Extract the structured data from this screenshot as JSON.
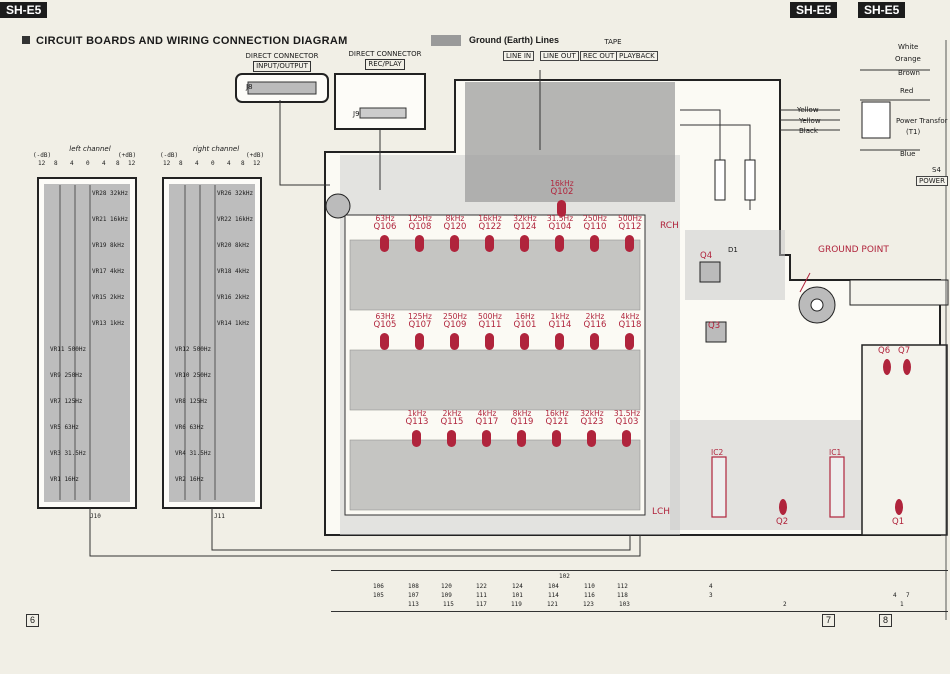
{
  "header": {
    "left_badge": "SH-E5",
    "right_badge_1": "SH-E5",
    "right_badge_2": "SH-E5"
  },
  "title": "CIRCUIT BOARDS AND WIRING CONNECTION DIAGRAM",
  "legend": {
    "ground_lines": "Ground (Earth) Lines"
  },
  "connectors": {
    "direct_io_line1": "DIRECT CONNECTOR",
    "direct_io_line2": "INPUT/OUTPUT",
    "direct_io_ref": "J8",
    "direct_rec_line1": "DIRECT CONNECTOR",
    "direct_rec_line2": "REC/PLAY",
    "direct_rec_ref": "J9",
    "line_in": "LINE IN",
    "line_out": "LINE OUT",
    "tape": "TAPE",
    "rec_out": "REC OUT",
    "playback": "PLAYBACK"
  },
  "channels": {
    "left": {
      "label": "left channel",
      "scale": [
        "12",
        "8",
        "4",
        "0",
        "4",
        "8",
        "12"
      ],
      "neg": "(-dB)",
      "pos": "(+dB)",
      "ref": "J10",
      "sliders": [
        "VR28 32kHz",
        "VR21 16kHz",
        "VR19 8kHz",
        "VR17 4kHz",
        "VR15 2kHz",
        "VR13 1kHz",
        "VR11 500Hz",
        "VR9 250Hz",
        "VR7 125Hz",
        "VR5 63Hz",
        "VR3 31.5Hz",
        "VR1 16Hz"
      ]
    },
    "right": {
      "label": "right channel",
      "scale": [
        "12",
        "8",
        "4",
        "0",
        "4",
        "8",
        "12"
      ],
      "neg": "(-dB)",
      "pos": "(+dB)",
      "ref": "J11",
      "sliders": [
        "VR26 32kHz",
        "VR22 16kHz",
        "VR20 8kHz",
        "VR18 4kHz",
        "VR16 2kHz",
        "VR14 1kHz",
        "VR12 500Hz",
        "VR10 250Hz",
        "VR8 125Hz",
        "VR6 63Hz",
        "VR4 31.5Hz",
        "VR2 16Hz"
      ]
    }
  },
  "transistors": {
    "top_single": {
      "freq": "16kHz",
      "q": "Q102"
    },
    "row1": [
      {
        "freq": "63Hz",
        "q": "Q106"
      },
      {
        "freq": "125Hz",
        "q": "Q108"
      },
      {
        "freq": "8kHz",
        "q": "Q120"
      },
      {
        "freq": "16kHz",
        "q": "Q122"
      },
      {
        "freq": "32kHz",
        "q": "Q124"
      },
      {
        "freq": "31.5Hz",
        "q": "Q104"
      },
      {
        "freq": "250Hz",
        "q": "Q110"
      },
      {
        "freq": "500Hz",
        "q": "Q112"
      }
    ],
    "row2": [
      {
        "freq": "63Hz",
        "q": "Q105"
      },
      {
        "freq": "125Hz",
        "q": "Q107"
      },
      {
        "freq": "250Hz",
        "q": "Q109"
      },
      {
        "freq": "500Hz",
        "q": "Q111"
      },
      {
        "freq": "16Hz",
        "q": "Q101"
      },
      {
        "freq": "1kHz",
        "q": "Q114"
      },
      {
        "freq": "2kHz",
        "q": "Q116"
      },
      {
        "freq": "4kHz",
        "q": "Q118"
      }
    ],
    "row3": [
      {
        "freq": "1kHz",
        "q": "Q113"
      },
      {
        "freq": "2kHz",
        "q": "Q115"
      },
      {
        "freq": "4kHz",
        "q": "Q117"
      },
      {
        "freq": "8kHz",
        "q": "Q119"
      },
      {
        "freq": "16kHz",
        "q": "Q121"
      },
      {
        "freq": "32kHz",
        "q": "Q123"
      },
      {
        "freq": "31.5Hz",
        "q": "Q103"
      }
    ],
    "others": [
      "Q4",
      "Q3",
      "Q6",
      "Q7",
      "Q2",
      "Q1"
    ]
  },
  "labels": {
    "rch": "RCH",
    "lch": "LCH",
    "ground_point": "GROUND POINT",
    "ic2": "IC2",
    "ic1": "IC1",
    "d1": "D1"
  },
  "wires": {
    "white": "White",
    "orange": "Orange",
    "brown": "Brown",
    "red": "Red",
    "yellow1": "Yellow",
    "yellow2": "Yellow",
    "black": "Black",
    "blue": "Blue",
    "power_transformer": "Power Transfor",
    "t1": "(T1)",
    "s4": "S4",
    "power": "POWER"
  },
  "table": {
    "row_top": "102",
    "row1": [
      "106",
      "108",
      "120",
      "122",
      "124",
      "104",
      "110",
      "112",
      "4"
    ],
    "row2": [
      "105",
      "107",
      "109",
      "111",
      "101",
      "114",
      "116",
      "118",
      "3"
    ],
    "row3": [
      "113",
      "115",
      "117",
      "119",
      "121",
      "123",
      "103"
    ],
    "extra": [
      "2",
      "4",
      "7",
      "1"
    ]
  },
  "pages": {
    "left": "6",
    "mid": "7",
    "right": "8"
  }
}
